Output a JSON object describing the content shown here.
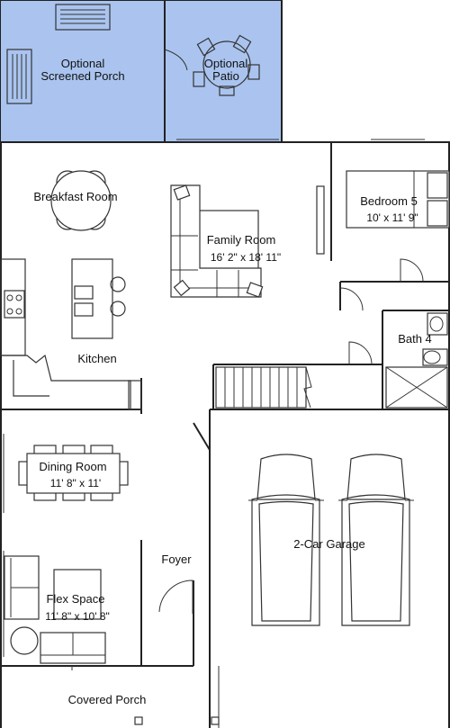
{
  "colors": {
    "optional_area": "#aac4ef",
    "wall": "#222222",
    "background": "#ffffff"
  },
  "rooms": {
    "screened_porch": {
      "name_line1": "Optional",
      "name_line2": "Screened Porch"
    },
    "patio": {
      "name_line1": "Optional",
      "name_line2": "Patio"
    },
    "breakfast": {
      "name": "Breakfast Room"
    },
    "family": {
      "name": "Family Room",
      "dims": "16' 2\" x 18' 11\""
    },
    "bedroom5": {
      "name": "Bedroom 5",
      "dims": "10' x 11' 9\""
    },
    "bath4": {
      "name": "Bath 4"
    },
    "kitchen": {
      "name": "Kitchen"
    },
    "dining": {
      "name": "Dining Room",
      "dims": "11' 8\" x 11'"
    },
    "garage": {
      "name": "2-Car Garage"
    },
    "foyer": {
      "name": "Foyer"
    },
    "flex": {
      "name": "Flex Space",
      "dims": "11' 8\" x 10' 8\""
    },
    "covered_porch": {
      "name": "Covered Porch"
    }
  }
}
